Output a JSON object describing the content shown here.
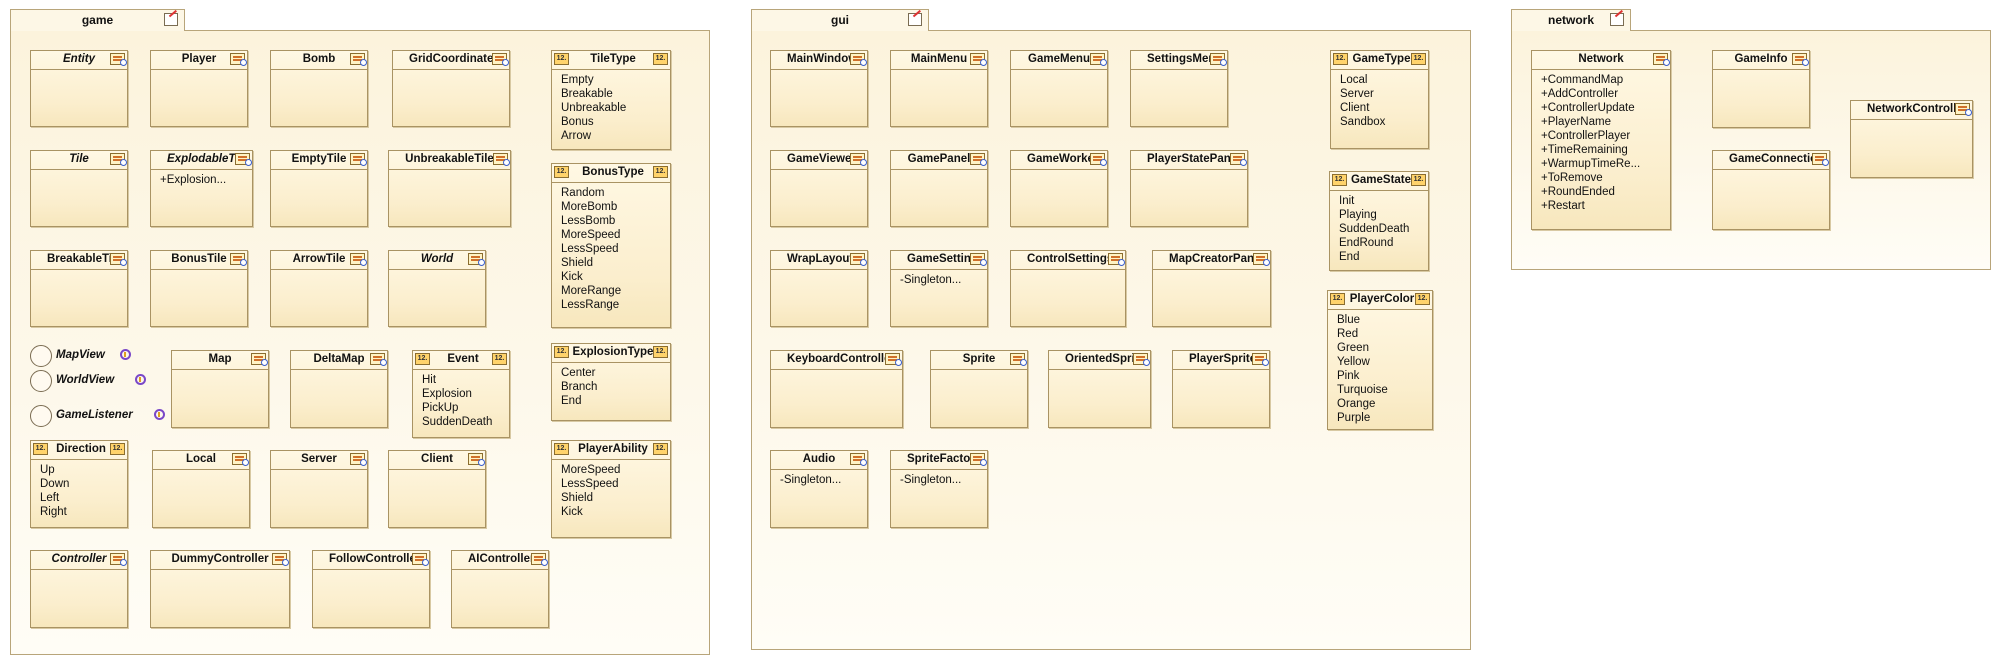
{
  "packages": [
    {
      "id": "game",
      "name": "game",
      "classes": [
        {
          "name": "Entity",
          "kind": "abstract",
          "members": []
        },
        {
          "name": "Player",
          "kind": "class",
          "members": []
        },
        {
          "name": "Bomb",
          "kind": "class",
          "members": []
        },
        {
          "name": "GridCoordinates",
          "kind": "class",
          "members": []
        },
        {
          "name": "TileType",
          "kind": "enum",
          "members": [
            "Empty",
            "Breakable",
            "Unbreakable",
            "Bonus",
            "Arrow"
          ]
        },
        {
          "name": "Tile",
          "kind": "abstract",
          "members": []
        },
        {
          "name": "ExplodableTile",
          "kind": "abstract",
          "members": [
            "+Explosion..."
          ]
        },
        {
          "name": "EmptyTile",
          "kind": "class",
          "members": []
        },
        {
          "name": "UnbreakableTile",
          "kind": "class",
          "members": []
        },
        {
          "name": "BonusType",
          "kind": "enum",
          "members": [
            "Random",
            "MoreBomb",
            "LessBomb",
            "MoreSpeed",
            "LessSpeed",
            "Shield",
            "Kick",
            "MoreRange",
            "LessRange"
          ]
        },
        {
          "name": "BreakableTile",
          "kind": "class",
          "members": []
        },
        {
          "name": "BonusTile",
          "kind": "class",
          "members": []
        },
        {
          "name": "ArrowTile",
          "kind": "class",
          "members": []
        },
        {
          "name": "World",
          "kind": "abstract",
          "members": []
        },
        {
          "name": "Map",
          "kind": "class",
          "members": []
        },
        {
          "name": "DeltaMap",
          "kind": "class",
          "members": []
        },
        {
          "name": "Event",
          "kind": "enum",
          "members": [
            "Hit",
            "Explosion",
            "PickUp",
            "SuddenDeath"
          ]
        },
        {
          "name": "ExplosionType",
          "kind": "enum",
          "members": [
            "Center",
            "Branch",
            "End"
          ]
        },
        {
          "name": "Direction",
          "kind": "enum",
          "members": [
            "Up",
            "Down",
            "Left",
            "Right"
          ]
        },
        {
          "name": "Local",
          "kind": "class",
          "members": []
        },
        {
          "name": "Server",
          "kind": "class",
          "members": []
        },
        {
          "name": "Client",
          "kind": "class",
          "members": []
        },
        {
          "name": "PlayerAbility",
          "kind": "enum",
          "members": [
            "MoreSpeed",
            "LessSpeed",
            "Shield",
            "Kick"
          ]
        },
        {
          "name": "Controller",
          "kind": "abstract",
          "members": []
        },
        {
          "name": "DummyController",
          "kind": "class",
          "members": []
        },
        {
          "name": "FollowController",
          "kind": "class",
          "members": []
        },
        {
          "name": "AIController",
          "kind": "class",
          "members": []
        }
      ],
      "interfaces": [
        {
          "name": "MapView"
        },
        {
          "name": "WorldView"
        },
        {
          "name": "GameListener"
        }
      ]
    },
    {
      "id": "gui",
      "name": "gui",
      "classes": [
        {
          "name": "MainWindow",
          "kind": "class",
          "members": []
        },
        {
          "name": "MainMenu",
          "kind": "class",
          "members": []
        },
        {
          "name": "GameMenu",
          "kind": "class",
          "members": []
        },
        {
          "name": "SettingsMenu",
          "kind": "class",
          "members": []
        },
        {
          "name": "GameType",
          "kind": "enum",
          "members": [
            "Local",
            "Server",
            "Client",
            "Sandbox"
          ]
        },
        {
          "name": "GameViewer",
          "kind": "class",
          "members": []
        },
        {
          "name": "GamePanel",
          "kind": "class",
          "members": []
        },
        {
          "name": "GameWorker",
          "kind": "class",
          "members": []
        },
        {
          "name": "PlayerStatePanel",
          "kind": "class",
          "members": []
        },
        {
          "name": "GameState",
          "kind": "enum",
          "members": [
            "Init",
            "Playing",
            "SuddenDeath",
            "EndRound",
            "End"
          ]
        },
        {
          "name": "WrapLayout",
          "kind": "class",
          "members": []
        },
        {
          "name": "GameSettings",
          "kind": "class",
          "members": [
            "-Singleton..."
          ]
        },
        {
          "name": "ControlSettings",
          "kind": "class",
          "members": []
        },
        {
          "name": "MapCreatorPanel",
          "kind": "class",
          "members": []
        },
        {
          "name": "PlayerColor",
          "kind": "enum",
          "members": [
            "Blue",
            "Red",
            "Green",
            "Yellow",
            "Pink",
            "Turquoise",
            "Orange",
            "Purple"
          ]
        },
        {
          "name": "KeyboardController",
          "kind": "class",
          "members": []
        },
        {
          "name": "Sprite",
          "kind": "class",
          "members": []
        },
        {
          "name": "OrientedSprite",
          "kind": "class",
          "members": []
        },
        {
          "name": "PlayerSprite",
          "kind": "class",
          "members": []
        },
        {
          "name": "Audio",
          "kind": "class",
          "members": [
            "-Singleton..."
          ]
        },
        {
          "name": "SpriteFactory",
          "kind": "class",
          "members": [
            "-Singleton..."
          ]
        }
      ],
      "interfaces": []
    },
    {
      "id": "network",
      "name": "network",
      "classes": [
        {
          "name": "Network",
          "kind": "class",
          "members": [
            "+CommandMap",
            "+AddController",
            "+ControllerUpdate",
            "+PlayerName",
            "+ControllerPlayer",
            "+TimeRemaining",
            "+WarmupTimeRe...",
            "+ToRemove",
            "+RoundEnded",
            "+Restart"
          ]
        },
        {
          "name": "GameInfo",
          "kind": "class",
          "members": []
        },
        {
          "name": "NetworkController",
          "kind": "class",
          "members": []
        },
        {
          "name": "GameConnection",
          "kind": "class",
          "members": []
        }
      ],
      "interfaces": []
    }
  ]
}
